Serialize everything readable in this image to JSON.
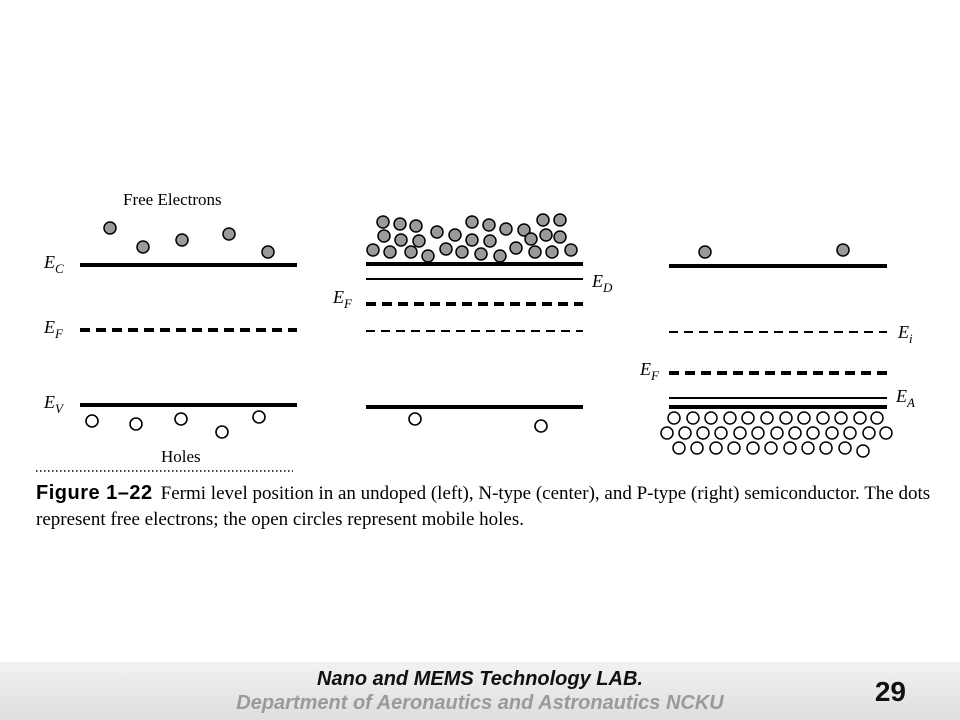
{
  "diagram": {
    "title_free_electrons": "Free Electrons",
    "label_holes": "Holes",
    "labels": {
      "ec_main": "E",
      "ec_sub": "C",
      "ef_main": "E",
      "ef_sub": "F",
      "ev_main": "E",
      "ev_sub": "V",
      "ed_main": "E",
      "ed_sub": "D",
      "ei_main": "E",
      "ei_sub": "i",
      "ea_main": "E",
      "ea_sub": "A"
    }
  },
  "caption": {
    "figure_label": "Figure 1–22",
    "text": "Fermi level position in an undoped (left), N-type (center), and P-type (right) semiconductor. The dots represent free electrons; the open circles represent mobile holes."
  },
  "footer": {
    "lab": "Nano and MEMS Technology LAB.",
    "department": "Department of Aeronautics and Astronautics NCKU",
    "page_number": "29"
  }
}
